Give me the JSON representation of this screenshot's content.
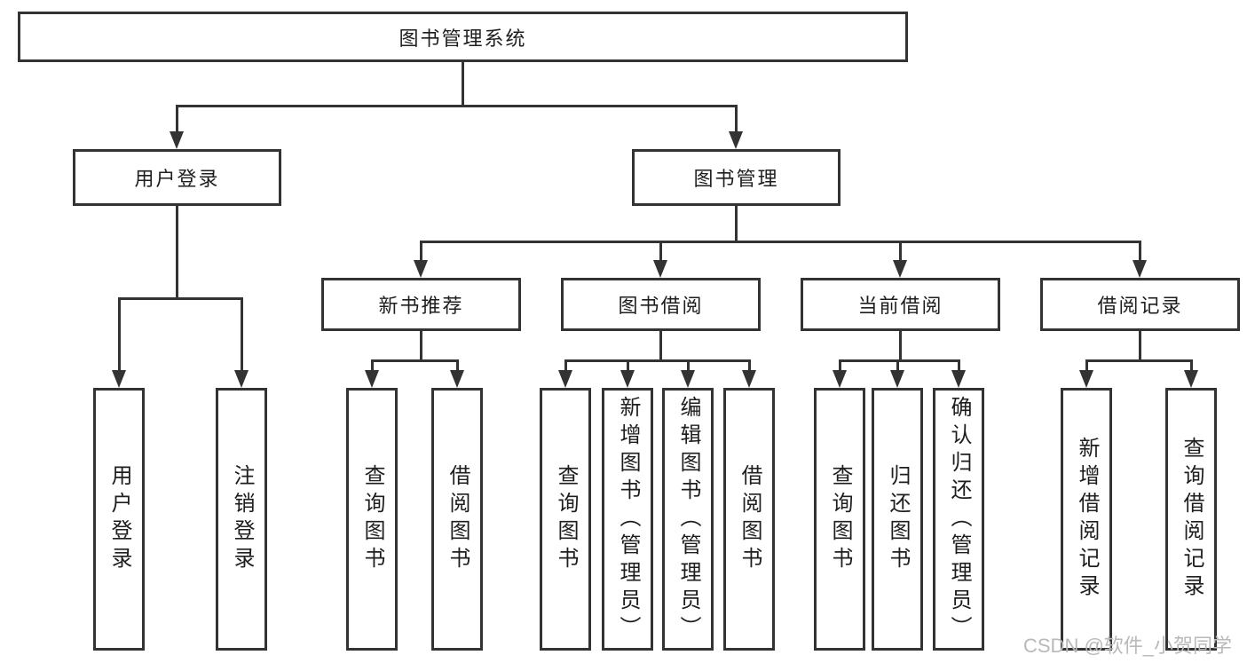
{
  "diagram_title": "图书管理系统",
  "nodes": {
    "root": "图书管理系统",
    "user_login": "用户登录",
    "book_mgmt": "图书管理",
    "new_books": "新书推荐",
    "book_borrow": "图书借阅",
    "current_borrow": "当前借阅",
    "borrow_records": "借阅记录",
    "leaves": {
      "user_login": [
        "用户登录",
        "注销登录"
      ],
      "new_books": [
        "查询图书",
        "借阅图书"
      ],
      "book_borrow": [
        "查询图书",
        "新增图书（管理员）",
        "编辑图书（管理员）",
        "借阅图书"
      ],
      "current_borrow": [
        "查询图书",
        "归还图书",
        "确认归还（管理员）"
      ],
      "borrow_records": [
        "新增借阅记录",
        "查询借阅记录"
      ]
    }
  },
  "watermark": "CSDN @软件_小贺同学",
  "colors": {
    "line": "#333333",
    "text": "#1e1e1e",
    "watermark": "#b9b9b9",
    "background": "#ffffff"
  }
}
